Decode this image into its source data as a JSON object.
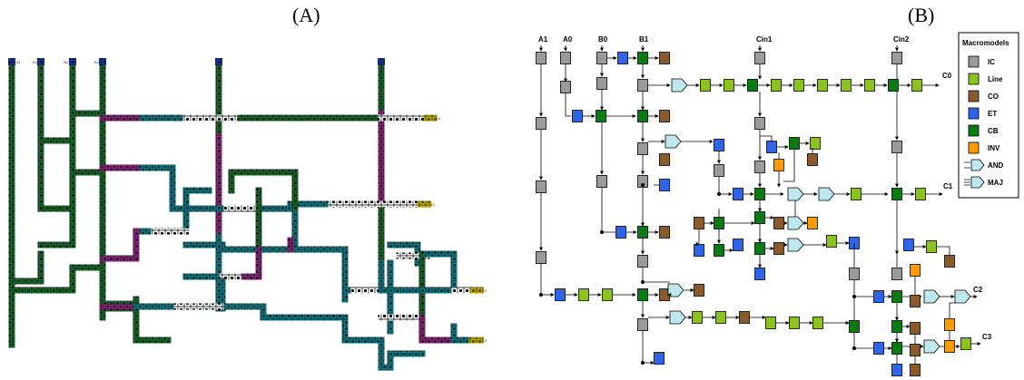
{
  "panels": {
    "left_title": "(A)",
    "right_title": "(B)"
  },
  "colors": {
    "ic": "#9a9a9a",
    "line": "#8cc21e",
    "co": "#8b5a2b",
    "et": "#2f63e8",
    "cb": "#0a7a12",
    "inv": "#ff9a00",
    "gate": "#bfe8ee",
    "layout_green": "#1f6b2f",
    "layout_cyan": "#177a86",
    "layout_magenta": "#8a2a7d",
    "layout_blue": "#203a9a",
    "layout_gold": "#c9b400"
  },
  "left_layout": {
    "labels": [
      "A1",
      "A0",
      "B0",
      "B1",
      "C",
      "C0",
      "C1",
      "C2",
      "C3"
    ]
  },
  "circuit": {
    "input_labels": [
      "A1",
      "A0",
      "B0",
      "B1",
      "Cin1",
      "Cin2"
    ],
    "output_labels": [
      "C0",
      "C1",
      "C2",
      "C3"
    ]
  },
  "legend": {
    "title": "Macromodels",
    "items": [
      {
        "label": "IC",
        "kind": "box",
        "color": "#9a9a9a"
      },
      {
        "label": "Line",
        "kind": "box",
        "color": "#8cc21e"
      },
      {
        "label": "CO",
        "kind": "box",
        "color": "#8b5a2b"
      },
      {
        "label": "ET",
        "kind": "box",
        "color": "#2f63e8"
      },
      {
        "label": "CB",
        "kind": "box",
        "color": "#0a7a12"
      },
      {
        "label": "INV",
        "kind": "box",
        "color": "#ff9a00"
      },
      {
        "label": "AND",
        "kind": "gate",
        "color": "#bfe8ee"
      },
      {
        "label": "MAJ",
        "kind": "gate",
        "color": "#bfe8ee"
      }
    ]
  }
}
